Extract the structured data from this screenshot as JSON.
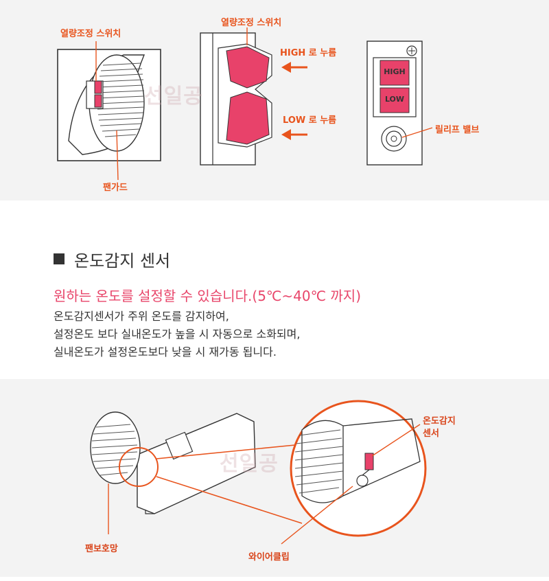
{
  "top_panel": {
    "watermark": "선일공",
    "labels": {
      "switch_left": "열량조정 스위치",
      "switch_middle": "열량조정 스위치",
      "high_press": "HIGH 로 누름",
      "low_press": "LOW 로 누름",
      "relief_valve": "릴리프 밸브",
      "fan_guard": "팬가드",
      "switch_high": "HIGH",
      "switch_low": "LOW"
    }
  },
  "section": {
    "title": "온도감지 센서",
    "highlight": "원하는 온도를 설정할 수 있습니다.(5℃~40℃ 까지)",
    "lines": [
      "온도감지센서가 주위 온도를 감지하여,",
      "설정온도 보다 실내온도가 높을 시 자동으로 소화되며,",
      "실내온도가 설정온도보다 낮을 시 재가동 됩니다."
    ]
  },
  "bottom_panel": {
    "watermark": "선일공",
    "labels": {
      "sensor_line1": "온도감지",
      "sensor_line2": "센서",
      "fan_mesh": "팬보호망",
      "wire_clip": "와이어클립"
    }
  },
  "colors": {
    "accent": "#e8541d",
    "pink_text": "#e8456a",
    "switch_red": "#e8426a",
    "panel_bg": "#f3f3f3"
  }
}
